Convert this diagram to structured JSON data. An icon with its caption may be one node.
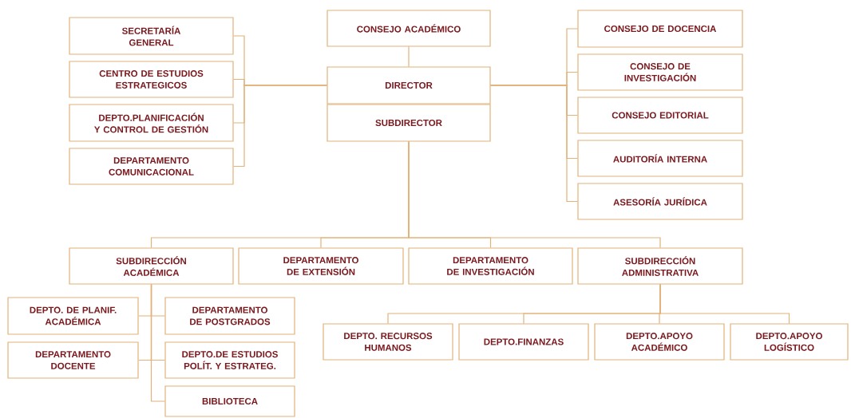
{
  "diagram": {
    "nodes": [
      {
        "text": [
          "CONSEJO ACADÉMICO"
        ]
      },
      {
        "text": [
          "DIRECTOR"
        ]
      },
      {
        "text": [
          "SUBDIRECTOR"
        ]
      },
      {
        "text": [
          "SECRETARÍA GENERAL"
        ]
      },
      {
        "text": [
          "CENTRO DE ESTUDIOS ESTRATEGICOS"
        ]
      },
      {
        "text": [
          "DEPTO.PLANIFICACIÓN Y CONTROL DE GESTIÓN"
        ]
      },
      {
        "text": [
          "DEPARTAMENTO COMUNICACIONAL"
        ]
      },
      {
        "text": [
          "CONSEJO DE DOCENCIA"
        ]
      },
      {
        "text": [
          "CONSEJO DE INVESTIGACIÓN"
        ]
      },
      {
        "text": [
          "CONSEJO EDITORIAL"
        ]
      },
      {
        "text": [
          "AUDITORÍA INTERNA"
        ]
      },
      {
        "text": [
          "ASESORÍA JURÍDICA"
        ]
      },
      {
        "text": [
          "SUBDIRECCIÓN ACADÉMICA"
        ]
      },
      {
        "text": [
          "DEPARTAMENTO DE EXTENSIÓN"
        ]
      },
      {
        "text": [
          "DEPARTAMENTO DE INVESTIGACIÓN"
        ]
      },
      {
        "text": [
          "SUBDIRECCIÓN ADMINISTRATIVA"
        ]
      },
      {
        "text": [
          "DEPTO. DE PLANIF. ACADÉMICA"
        ]
      },
      {
        "text": [
          "DEPARTAMENTO DE POSTGRADOS"
        ]
      },
      {
        "text": [
          "DEPARTAMENTO DOCENTE"
        ]
      },
      {
        "text": [
          "DEPTO.DE ESTUDIOS POLÍT. Y ESTRATEG."
        ]
      },
      {
        "text": [
          "BIBLIOTECA"
        ]
      },
      {
        "text": [
          "DEPTO. RECURSOS HUMANOS"
        ]
      },
      {
        "text": [
          "DEPTO.FINANZAS"
        ]
      },
      {
        "text": [
          "DEPTO.APOYO ACADÉMICO"
        ]
      },
      {
        "text": [
          "DEPTO.APOYO LOGÍSTICO"
        ]
      }
    ],
    "edges": [
      {
        "from": 0,
        "to": 1,
        "arrow": "none"
      },
      {
        "from": 1,
        "to": 3,
        "arrow": "none"
      },
      {
        "from": 1,
        "to": 4,
        "arrow": "none"
      },
      {
        "from": 1,
        "to": 5,
        "arrow": "none"
      },
      {
        "from": 1,
        "to": 6,
        "arrow": "none"
      },
      {
        "from": 1,
        "to": 7,
        "arrow": "none"
      },
      {
        "from": 1,
        "to": 8,
        "arrow": "none"
      },
      {
        "from": 1,
        "to": 9,
        "arrow": "none"
      },
      {
        "from": 1,
        "to": 10,
        "arrow": "none"
      },
      {
        "from": 1,
        "to": 11,
        "arrow": "none"
      },
      {
        "from": 2,
        "to": 12,
        "arrow": "none"
      },
      {
        "from": 2,
        "to": 13,
        "arrow": "none"
      },
      {
        "from": 2,
        "to": 14,
        "arrow": "none"
      },
      {
        "from": 2,
        "to": 15,
        "arrow": "none"
      },
      {
        "from": 12,
        "to": 16,
        "arrow": "none"
      },
      {
        "from": 12,
        "to": 17,
        "arrow": "none"
      },
      {
        "from": 12,
        "to": 18,
        "arrow": "none"
      },
      {
        "from": 12,
        "to": 19,
        "arrow": "none"
      },
      {
        "from": 12,
        "to": 20,
        "arrow": "none"
      },
      {
        "from": 15,
        "to": 21,
        "arrow": "none"
      },
      {
        "from": 15,
        "to": 22,
        "arrow": "none"
      },
      {
        "from": 15,
        "to": 23,
        "arrow": "none"
      },
      {
        "from": 15,
        "to": 24,
        "arrow": "none"
      }
    ]
  }
}
